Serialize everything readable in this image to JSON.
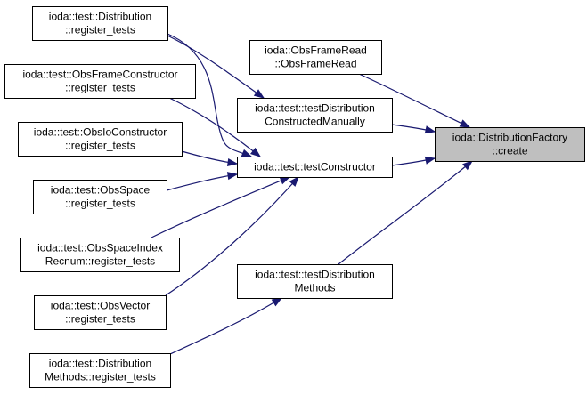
{
  "diagram": {
    "nodes": [
      {
        "id": "dist_create",
        "lines": [
          "ioda::DistributionFactory",
          "::create"
        ],
        "highlight": true
      },
      {
        "id": "obs_frame_read",
        "lines": [
          "ioda::ObsFrameRead",
          "::ObsFrameRead"
        ],
        "highlight": false
      },
      {
        "id": "test_dist_constructed",
        "lines": [
          "ioda::test::testDistribution",
          "ConstructedManually"
        ],
        "highlight": false
      },
      {
        "id": "test_constructor",
        "lines": [
          "ioda::test::testConstructor"
        ],
        "highlight": false
      },
      {
        "id": "test_dist_methods",
        "lines": [
          "ioda::test::testDistribution",
          "Methods"
        ],
        "highlight": false
      },
      {
        "id": "distribution_reg",
        "lines": [
          "ioda::test::Distribution",
          "::register_tests"
        ],
        "highlight": false
      },
      {
        "id": "obsframeconstructor_reg",
        "lines": [
          "ioda::test::ObsFrameConstructor",
          "::register_tests"
        ],
        "highlight": false
      },
      {
        "id": "obsioconstructor_reg",
        "lines": [
          "ioda::test::ObsIoConstructor",
          "::register_tests"
        ],
        "highlight": false
      },
      {
        "id": "obsspace_reg",
        "lines": [
          "ioda::test::ObsSpace",
          "::register_tests"
        ],
        "highlight": false
      },
      {
        "id": "obsspaceindex_reg",
        "lines": [
          "ioda::test::ObsSpaceIndex",
          "Recnum::register_tests"
        ],
        "highlight": false
      },
      {
        "id": "obsvector_reg",
        "lines": [
          "ioda::test::ObsVector",
          "::register_tests"
        ],
        "highlight": false
      },
      {
        "id": "distmethods_reg",
        "lines": [
          "ioda::test::Distribution",
          "Methods::register_tests"
        ],
        "highlight": false
      }
    ],
    "edges": [
      {
        "from": "obs_frame_read",
        "to": "dist_create"
      },
      {
        "from": "test_dist_constructed",
        "to": "dist_create"
      },
      {
        "from": "test_constructor",
        "to": "dist_create"
      },
      {
        "from": "test_dist_methods",
        "to": "dist_create"
      },
      {
        "from": "distribution_reg",
        "to": "test_dist_constructed"
      },
      {
        "from": "distribution_reg",
        "to": "test_constructor"
      },
      {
        "from": "obsframeconstructor_reg",
        "to": "test_constructor"
      },
      {
        "from": "obsioconstructor_reg",
        "to": "test_constructor"
      },
      {
        "from": "obsspace_reg",
        "to": "test_constructor"
      },
      {
        "from": "obsspaceindex_reg",
        "to": "test_constructor"
      },
      {
        "from": "obsvector_reg",
        "to": "test_constructor"
      },
      {
        "from": "distmethods_reg",
        "to": "test_dist_methods"
      }
    ],
    "colors": {
      "edge": "#191970",
      "highlight_fill": "#bfbfbf",
      "node_fill": "#ffffff",
      "node_border": "#000000"
    }
  }
}
